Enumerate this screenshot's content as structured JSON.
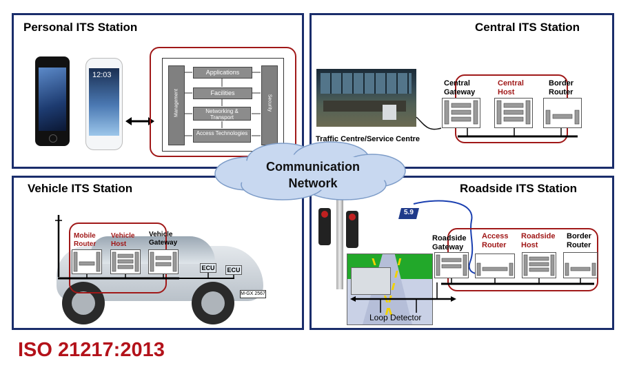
{
  "personal": {
    "title": "Personal ITS Station",
    "layers": [
      "Applications",
      "Facilities",
      "Networking & Transport",
      "Access Technologies"
    ],
    "management": "Management",
    "security": "Security"
  },
  "central": {
    "title": "Central ITS Station",
    "photo_caption": "Traffic Centre/Service Centre",
    "gateway": "Central Gateway",
    "host": "Central Host",
    "router": "Border Router"
  },
  "cloud": {
    "label": "Communication Network"
  },
  "vehicle": {
    "title": "Vehicle ITS Station",
    "mobile_router": "Mobile Router",
    "host": "Vehicle Host",
    "gateway": "Vehicle Gateway",
    "ecu1": "ECU",
    "ecu2": "ECU",
    "plate": "M-GX 2567"
  },
  "roadside": {
    "title": "Roadside ITS Station",
    "gateway": "Roadside Gateway",
    "access_router": "Access Router",
    "host": "Roadside Host",
    "border_router": "Border Router",
    "loop_detector": "Loop Detector",
    "tag": "5.9"
  },
  "footer": {
    "text": "ISO 21217:2013"
  },
  "colors": {
    "panel_border": "#1a2d6b",
    "accent_red": "#a01818",
    "footer_red": "#b3121a",
    "cloud": "#c8d8f0"
  }
}
